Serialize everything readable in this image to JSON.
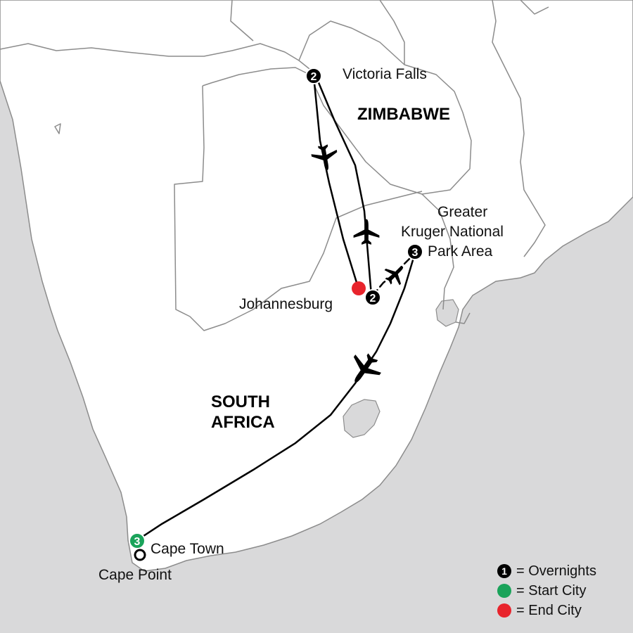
{
  "map": {
    "countries": {
      "zimbabwe": "ZIMBABWE",
      "south_africa_line1": "SOUTH",
      "south_africa_line2": "AFRICA"
    },
    "places": {
      "victoria_falls": "Victoria Falls",
      "greater_kruger_line1": "Greater",
      "greater_kruger_line2": "Kruger National",
      "greater_kruger_line3": "Park Area",
      "johannesburg": "Johannesburg",
      "cape_town": "Cape Town",
      "cape_point": "Cape Point"
    },
    "overnights": {
      "victoria_falls": "2",
      "johannesburg": "2",
      "greater_kruger": "3",
      "cape_town": "3"
    },
    "colors": {
      "sea": "#d9d9da",
      "land": "#ffffff",
      "border": "#8c8c8c",
      "route": "#000000",
      "start": "#1aa35a",
      "end": "#e8242c"
    }
  },
  "legend": {
    "overnights_sample": "1",
    "overnights": "= Overnights",
    "start": "= Start City",
    "end": "= End City"
  }
}
